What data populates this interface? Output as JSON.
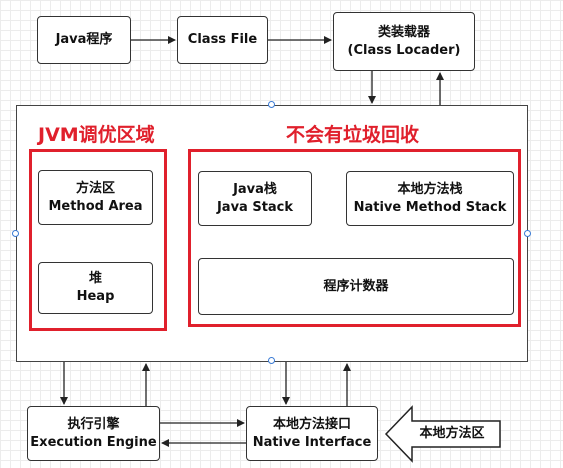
{
  "top": {
    "java_program": "Java程序",
    "class_file": "Class File",
    "class_loader": [
      "类装载器",
      "(Class Locader)"
    ]
  },
  "jvm": {
    "tuning_title": "JVM调优区域",
    "no_gc_title": "不会有垃圾回收",
    "method_area": [
      "方法区",
      "Method Area"
    ],
    "heap": [
      "堆",
      "Heap"
    ],
    "java_stack": [
      "Java栈",
      "Java Stack"
    ],
    "native_method_stack": [
      "本地方法栈",
      "Native Method Stack"
    ],
    "program_counter": "程序计数器"
  },
  "bottom": {
    "execution_engine": [
      "执行引擎",
      "Execution Engine"
    ],
    "native_interface": [
      "本地方法接口",
      "Native Interface"
    ],
    "native_library": "本地方法区"
  },
  "colors": {
    "accent_red": "#e0202c",
    "border": "#333333"
  }
}
